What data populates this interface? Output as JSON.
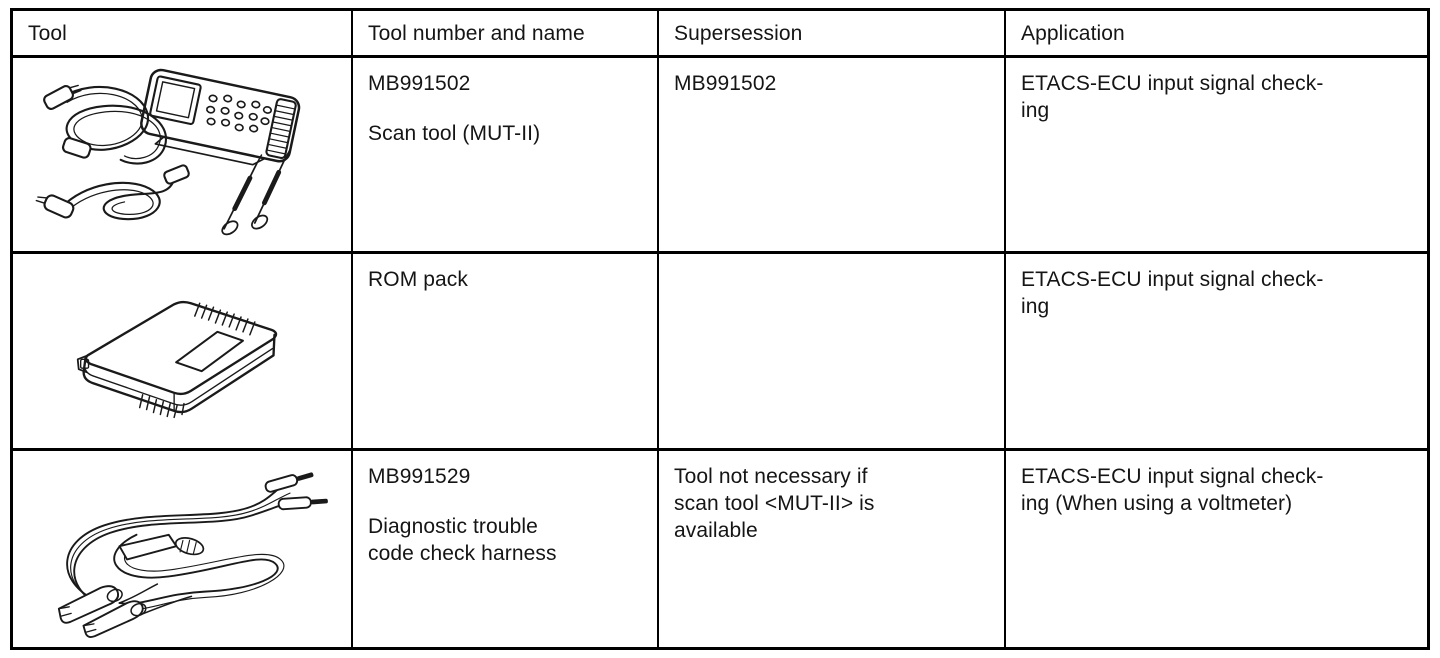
{
  "table": {
    "headers": [
      "Tool",
      "Tool number and name",
      "Supersession",
      "Application"
    ],
    "rows": [
      {
        "illustration": "scan-tool-kit-line-art",
        "number": "MB991502",
        "name": "Scan tool (MUT-II)",
        "supersession": "MB991502",
        "application": "ETACS-ECU input signal check-\ning"
      },
      {
        "illustration": "rom-pack-line-art",
        "number": "ROM pack",
        "name": "",
        "supersession": "",
        "application": "ETACS-ECU input signal check-\ning"
      },
      {
        "illustration": "diagnostic-harness-line-art",
        "number": "MB991529",
        "name": "Diagnostic trouble\ncode check harness",
        "supersession": "Tool not necessary if\nscan tool <MUT-II> is\navailable",
        "application": "ETACS-ECU input signal check-\ning (When using a voltmeter)"
      }
    ]
  },
  "colors": {
    "ink": "#1a1a1a",
    "border": "#000000",
    "paper": "#ffffff"
  }
}
